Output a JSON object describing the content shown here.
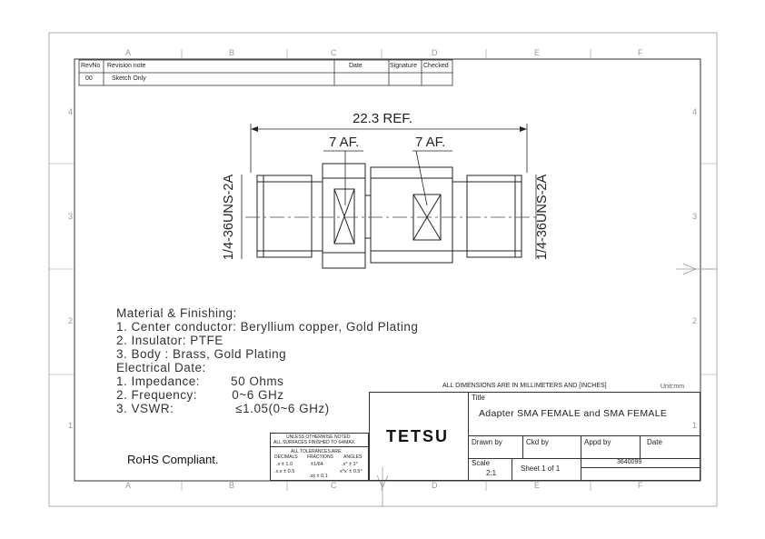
{
  "border": {
    "columns": [
      "A",
      "B",
      "C",
      "D",
      "E",
      "F"
    ],
    "rows": [
      "4",
      "3",
      "2",
      "1"
    ]
  },
  "revision_table": {
    "headers": [
      "RevNo",
      "Revision note",
      "Date",
      "Signature",
      "Checked"
    ],
    "row": [
      "00",
      "Sketch Only",
      "",
      "",
      ""
    ]
  },
  "drawing": {
    "overall_dim": "22.3 REF.",
    "hex_left": "7 AF.",
    "hex_right": "7 AF.",
    "thread_left": "1/4-36UNS-2A",
    "thread_right": "1/4-36UNS-2A"
  },
  "notes": {
    "lines": [
      "Material & Finishing:",
      "1. Center conductor: Beryllium copper, Gold Plating",
      "2. Insulator: PTFE",
      "3. Body : Brass, Gold Plating",
      "Electrical Date:",
      "1. Impedance:        50 Ohms",
      "2. Frequency:         0~6 GHz",
      "3. VSWR:                ≤1.05(0~6 GHz)"
    ],
    "rohs": "RoHS Compliant."
  },
  "title_block": {
    "dimensions_note": "ALL DIMENSIONS ARE IN MILLIMETERS AND [INCHES]",
    "unit": "Unit:mm",
    "title_label": "Title",
    "title": "Adapter SMA FEMALE and SMA FEMALE",
    "company": "TETSU",
    "drawn_by": "Drawn by",
    "ckd_by": "Ckd by",
    "appd_by": "Appd by",
    "date": "Date",
    "scale_label": "Scale",
    "scale": "2:1",
    "sheet": "Sheet 1 of 1",
    "part_number": "3640099"
  },
  "tolerance_block": {
    "line1": "UNLESS OTHERWISE NOTED",
    "line2": "ALL SURFACES FINISHED TO 64/MAX.",
    "line3": "ALL TOLERANCES ARE:",
    "headers": [
      "DECIMALS",
      "FRACTIONS",
      "ANGLES"
    ],
    "r1": [
      ".x ± 1.0",
      "±1/64",
      ".x° ± 1°"
    ],
    "r2": [
      ".x.x ± 0.5",
      ".xx ± 0.1",
      "x°x' ± 0.5°"
    ]
  }
}
